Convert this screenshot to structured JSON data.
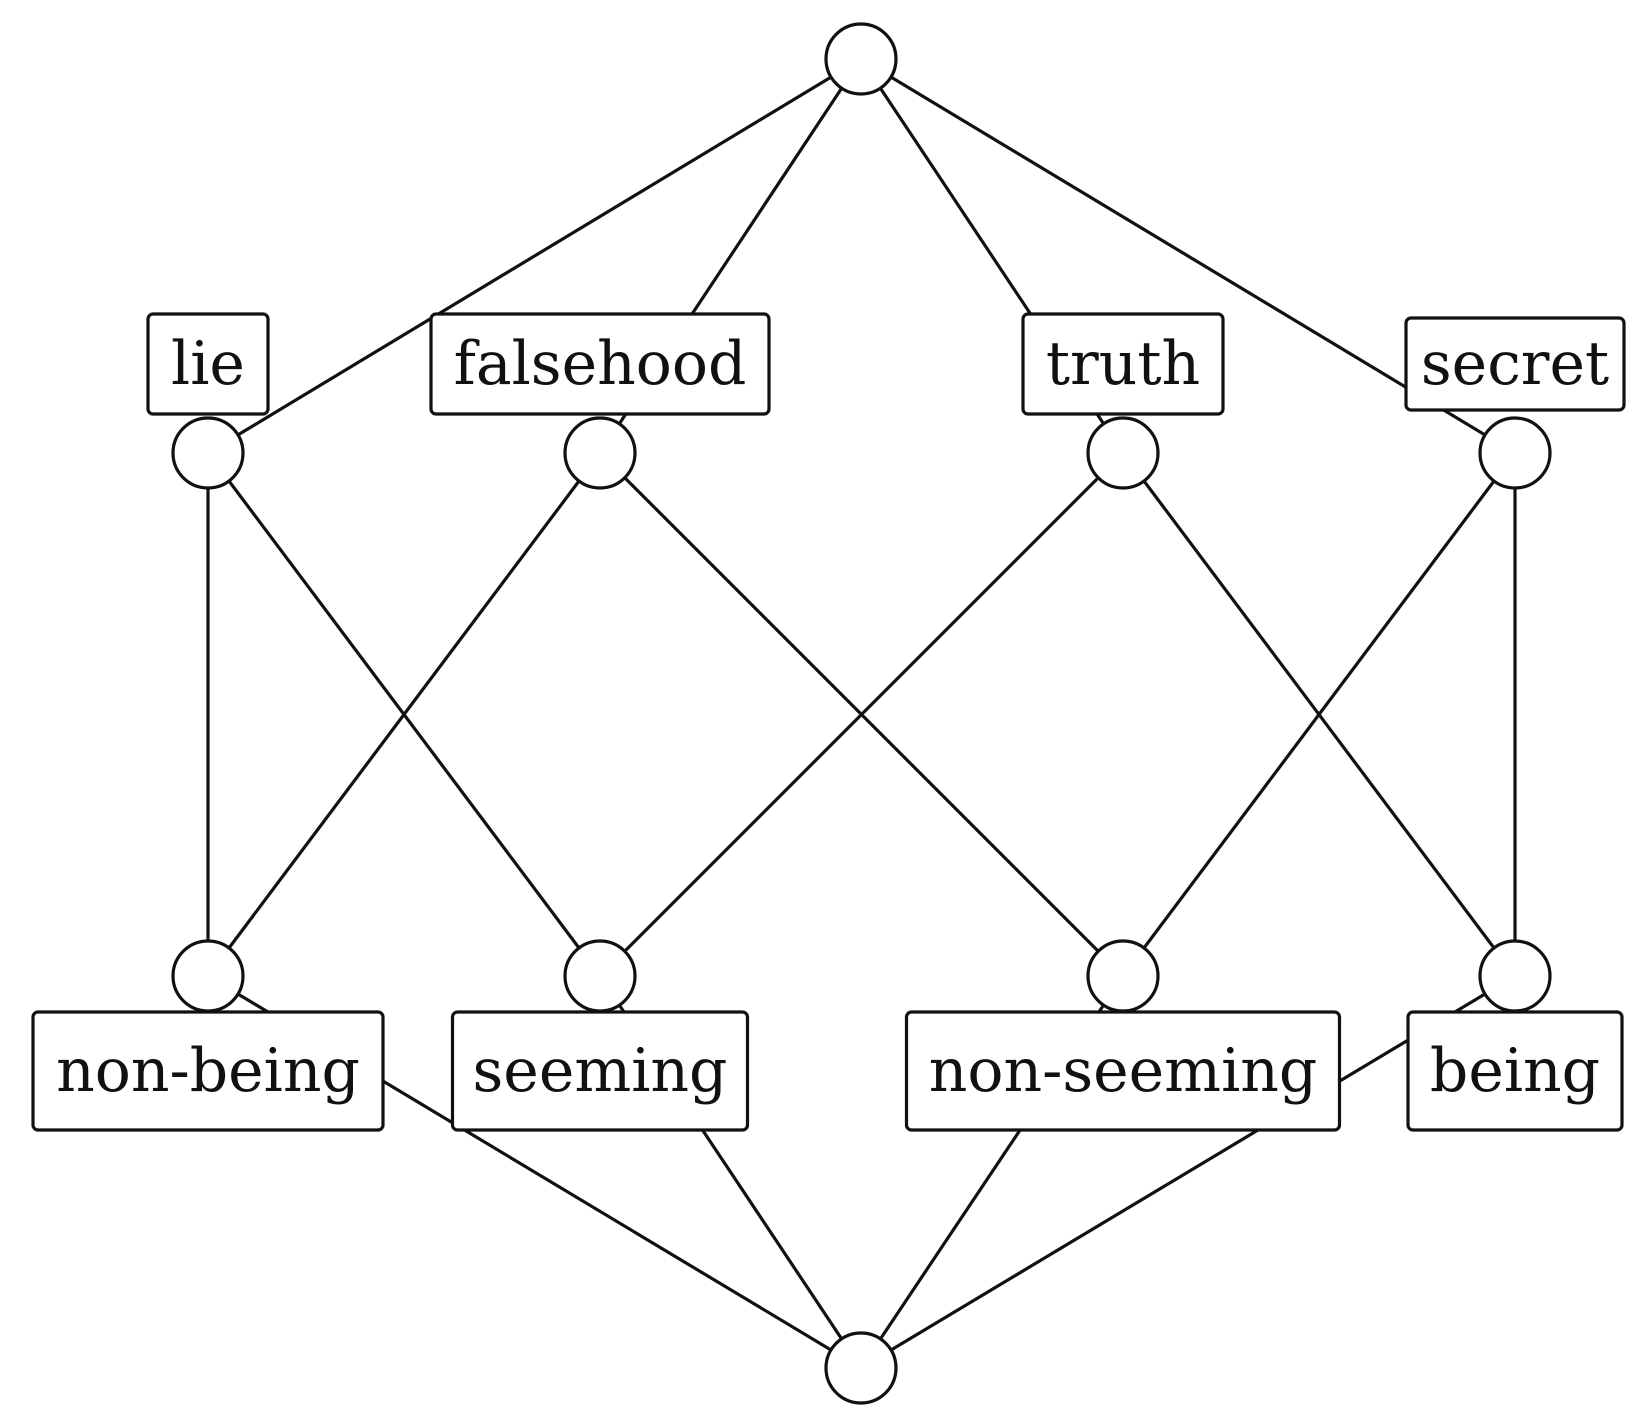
{
  "diagram": {
    "type": "lattice (Hasse diagram)",
    "stroke_color": "#111111",
    "background": "#ffffff",
    "nodes": [
      {
        "id": "top",
        "label": ""
      },
      {
        "id": "lie",
        "label": "lie"
      },
      {
        "id": "falsehood",
        "label": "falsehood"
      },
      {
        "id": "truth",
        "label": "truth"
      },
      {
        "id": "secret",
        "label": "secret"
      },
      {
        "id": "non-being",
        "label": "non-being"
      },
      {
        "id": "seeming",
        "label": "seeming"
      },
      {
        "id": "non-seeming",
        "label": "non-seeming"
      },
      {
        "id": "being",
        "label": "being"
      },
      {
        "id": "bottom",
        "label": ""
      }
    ],
    "edges": [
      [
        "top",
        "lie"
      ],
      [
        "top",
        "falsehood"
      ],
      [
        "top",
        "truth"
      ],
      [
        "top",
        "secret"
      ],
      [
        "lie",
        "non-being"
      ],
      [
        "lie",
        "seeming"
      ],
      [
        "falsehood",
        "non-being"
      ],
      [
        "falsehood",
        "non-seeming"
      ],
      [
        "truth",
        "seeming"
      ],
      [
        "truth",
        "being"
      ],
      [
        "secret",
        "non-seeming"
      ],
      [
        "secret",
        "being"
      ],
      [
        "non-being",
        "bottom"
      ],
      [
        "seeming",
        "bottom"
      ],
      [
        "non-seeming",
        "bottom"
      ],
      [
        "being",
        "bottom"
      ]
    ]
  }
}
